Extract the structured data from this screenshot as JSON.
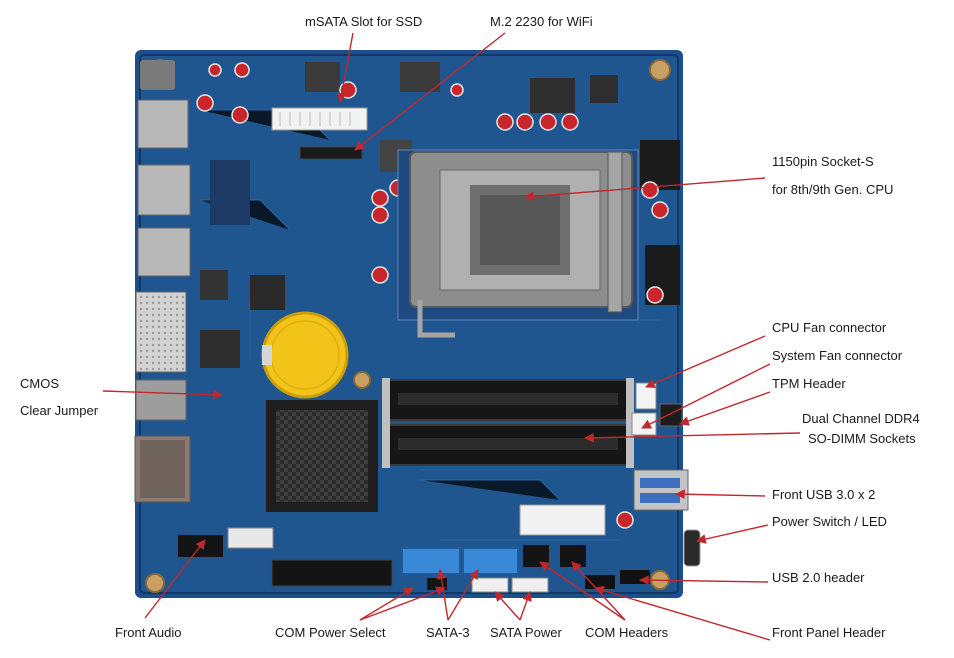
{
  "labels": {
    "msata": "mSATA Slot for SSD",
    "m2": "M.2 2230 for WiFi",
    "socket_line1": "1150pin Socket-S",
    "socket_line2": "for 8th/9th Gen. CPU",
    "cpu_fan": "CPU Fan connector",
    "sys_fan": "System Fan connector",
    "tpm": "TPM Header",
    "ddr4_line1": "Dual Channel DDR4",
    "ddr4_line2": "SO-DIMM Sockets",
    "front_usb3": "Front USB 3.0 x 2",
    "power_switch": "Power Switch / LED",
    "usb2": "USB 2.0 header",
    "cmos_line1": "CMOS",
    "cmos_line2": "Clear Jumper",
    "front_audio": "Front Audio",
    "com_power": "COM Power Select",
    "sata3": "SATA-3",
    "sata_power": "SATA Power",
    "com_headers": "COM Headers",
    "front_panel": "Front Panel Header"
  },
  "colors": {
    "arrow": "#c0282d",
    "board": "#1d4f8c",
    "board_dark": "#123766",
    "sata_port": "#3a88d8",
    "battery": "#f2c318",
    "heatsink": "#2b2b2b",
    "socket_metal": "#8d8d8d"
  }
}
